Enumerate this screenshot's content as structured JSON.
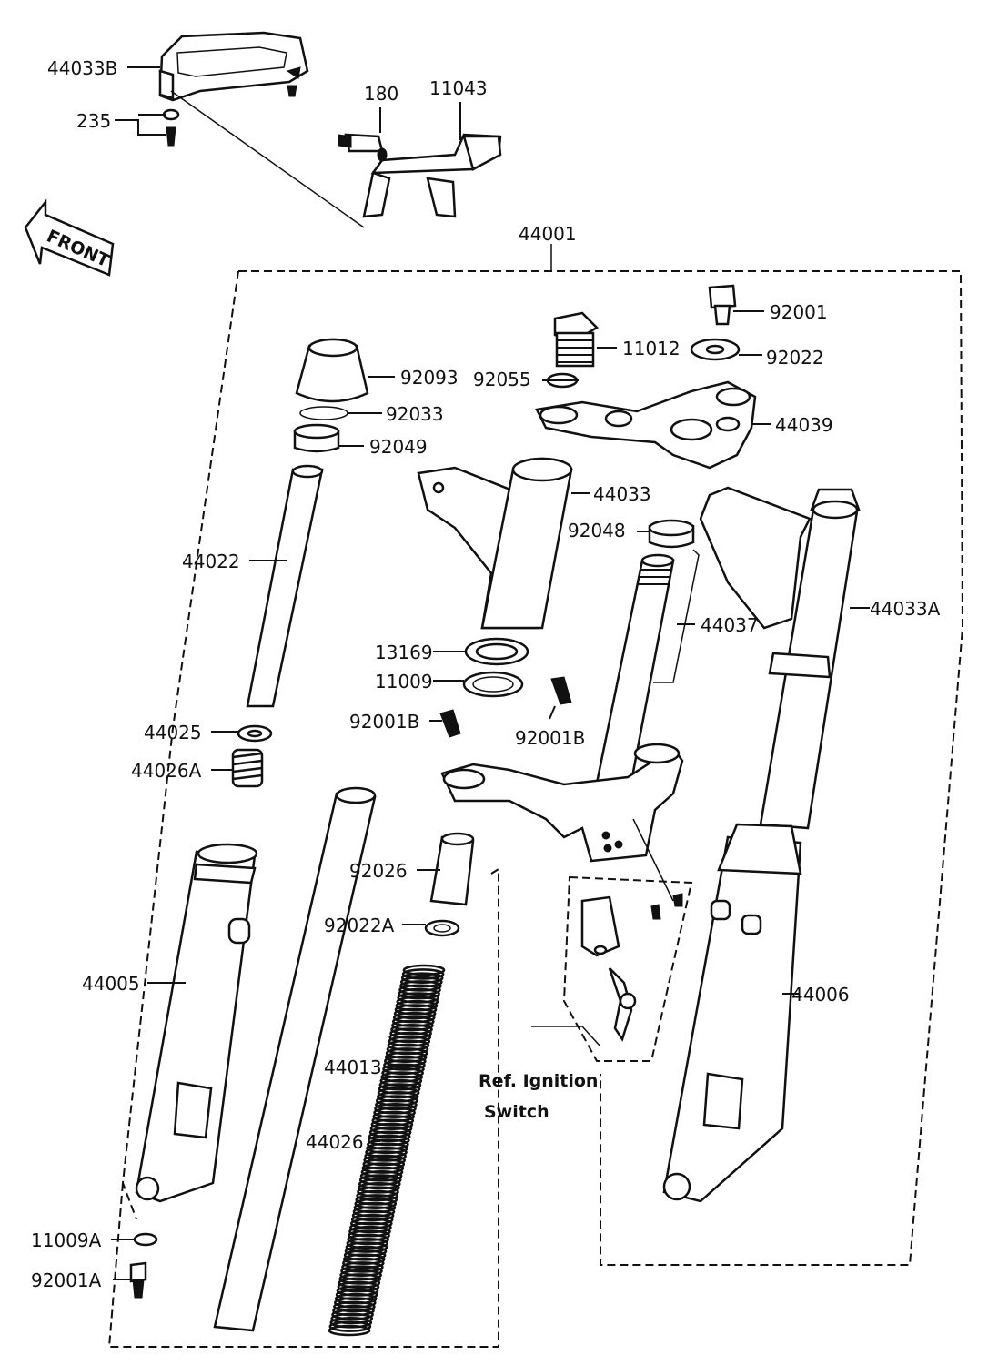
{
  "labels": {
    "l_44033B": "44033B",
    "l_235": "235",
    "l_180": "180",
    "l_11043": "11043",
    "l_44001": "44001",
    "l_92001": "92001",
    "l_11012": "11012",
    "l_92022": "92022",
    "l_92093": "92093",
    "l_92055": "92055",
    "l_92033": "92033",
    "l_44039": "44039",
    "l_92049": "92049",
    "l_44033": "44033",
    "l_92048": "92048",
    "l_44022": "44022",
    "l_44033A": "44033A",
    "l_44037": "44037",
    "l_13169": "13169",
    "l_11009": "11009",
    "l_92001B_a": "92001B",
    "l_92001B_b": "92001B",
    "l_44025": "44025",
    "l_44026A": "44026A",
    "l_92026": "92026",
    "l_92022A": "92022A",
    "l_44005": "44005",
    "l_44006": "44006",
    "l_44013": "44013",
    "l_44026": "44026",
    "l_11009A": "11009A",
    "l_92001A": "92001A"
  },
  "front_arrow": "FRONT",
  "ref_note": {
    "line1": "Ref. Ignition",
    "line2": "Switch"
  },
  "icons": [
    "front-direction-arrow"
  ]
}
